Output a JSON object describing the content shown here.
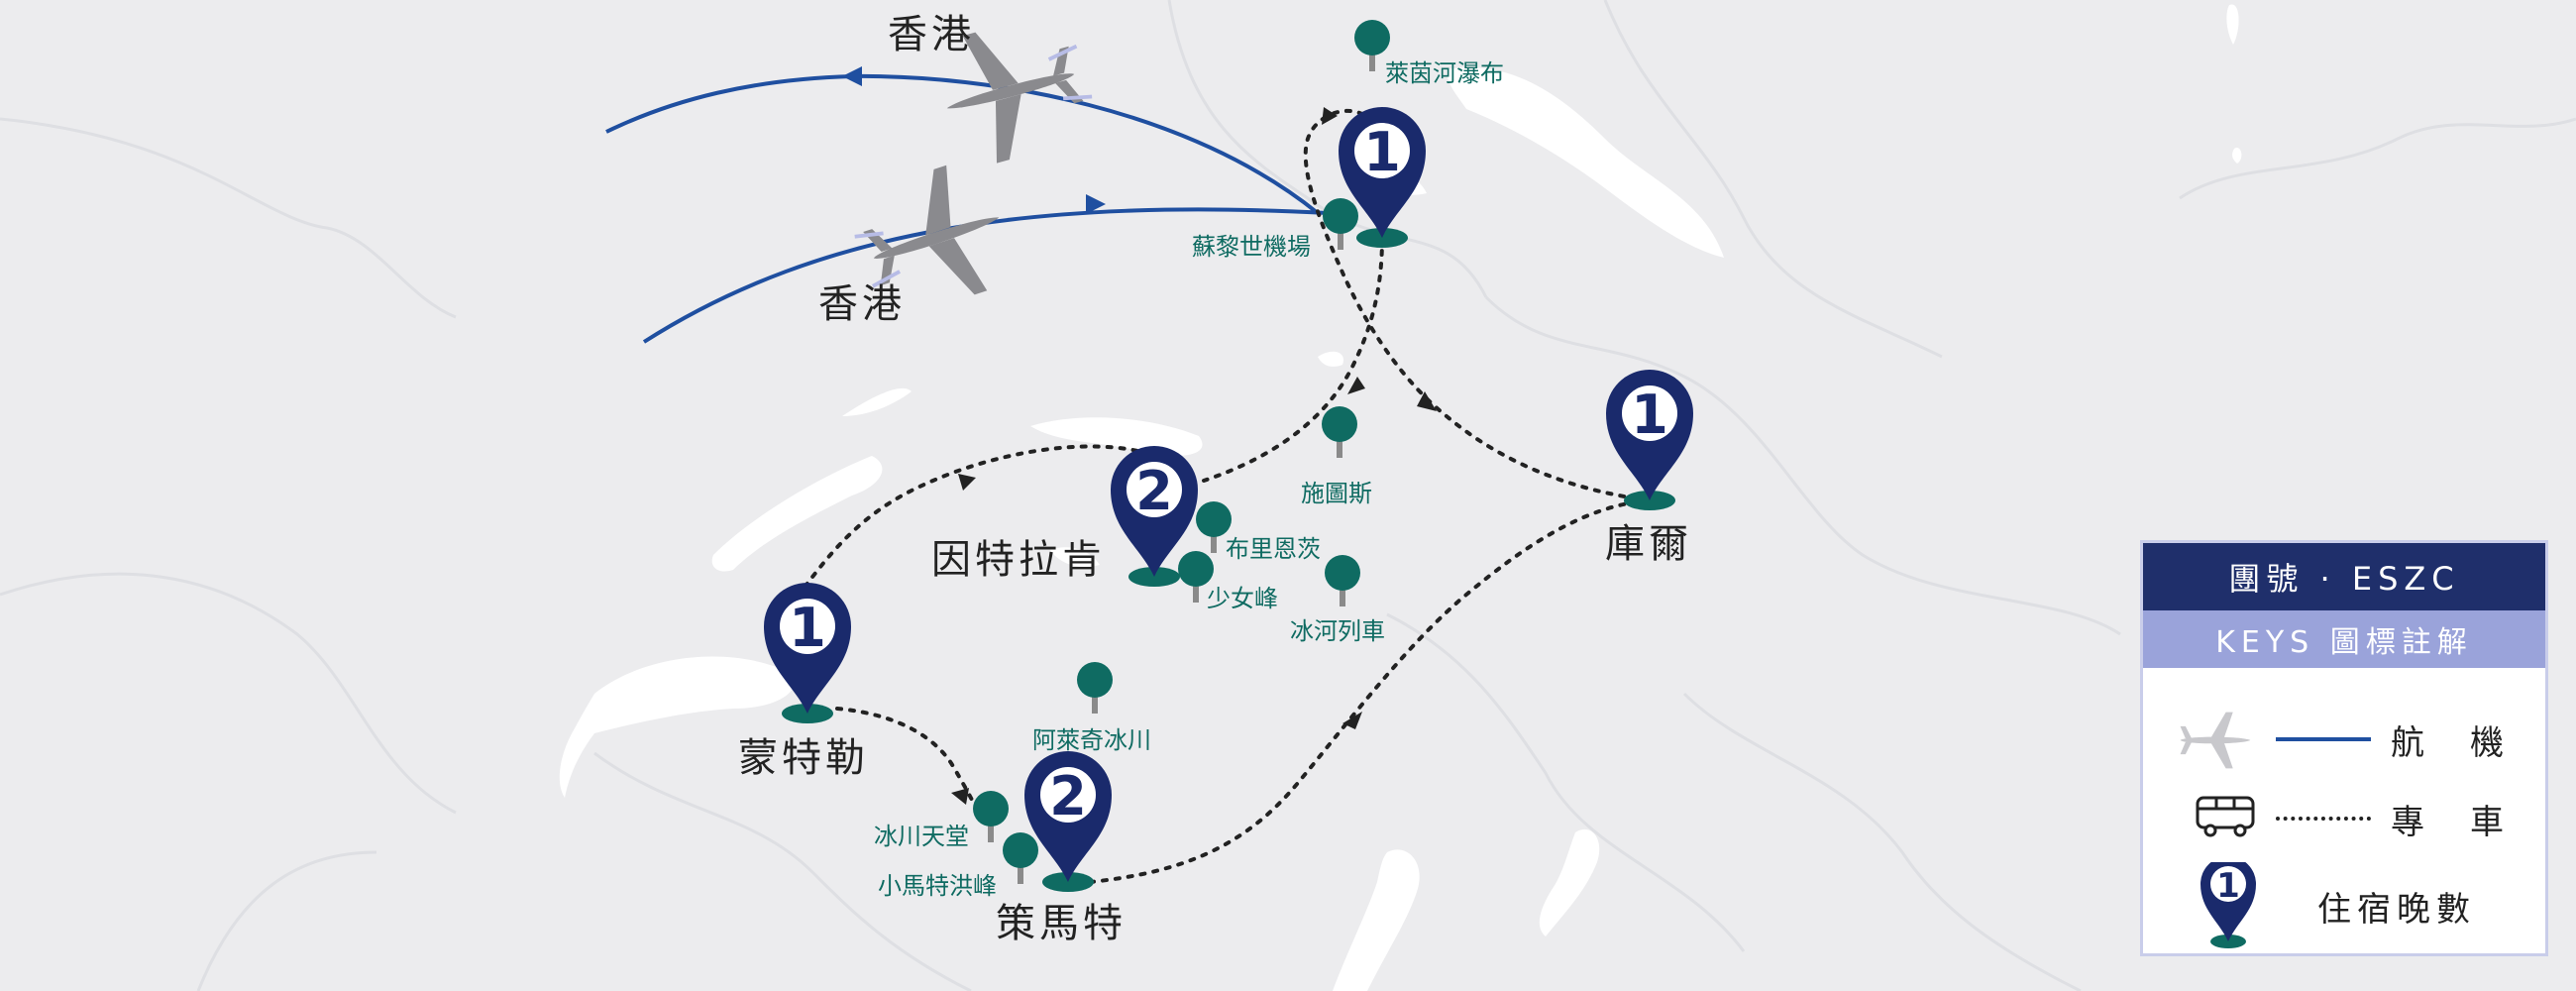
{
  "colors": {
    "background": "#ececee",
    "land_lake": "#ffffff",
    "flight_line": "#1f4fa0",
    "marker": "#1a2a6c",
    "marker_base": "#0f6b62",
    "poi": "#0f6b62",
    "route": "#222222"
  },
  "flights": {
    "hk_top_label": "香港",
    "hk_bottom_label": "香港"
  },
  "cities": {
    "interlaken": "因特拉肯",
    "chur": "庫爾",
    "montreux": "蒙特勒",
    "zermatt": "策馬特"
  },
  "pois": {
    "rhine_falls": "萊茵河瀑布",
    "zurich_airport": "蘇黎世機場",
    "schwyz": "施圖斯",
    "brienz": "布里恩茨",
    "jungfrau": "少女峰",
    "glacier_express": "冰河列車",
    "aletsch": "阿萊奇冰川",
    "glacier_paradise": "冰川天堂",
    "matterhorn": "小馬特洪峰"
  },
  "markers": {
    "zurich": "1",
    "interlaken": "2",
    "chur": "1",
    "montreux": "1",
    "zermatt": "2"
  },
  "legend": {
    "group_code": "團號 · ESZC",
    "title": "KEYS 圖標註解",
    "flight_label": "航　機",
    "coach_label": "專　車",
    "nights_label": "住宿晚數",
    "nights_icon_number": "1",
    "icons": [
      "plane-icon",
      "bus-icon",
      "map-pin-icon"
    ]
  }
}
